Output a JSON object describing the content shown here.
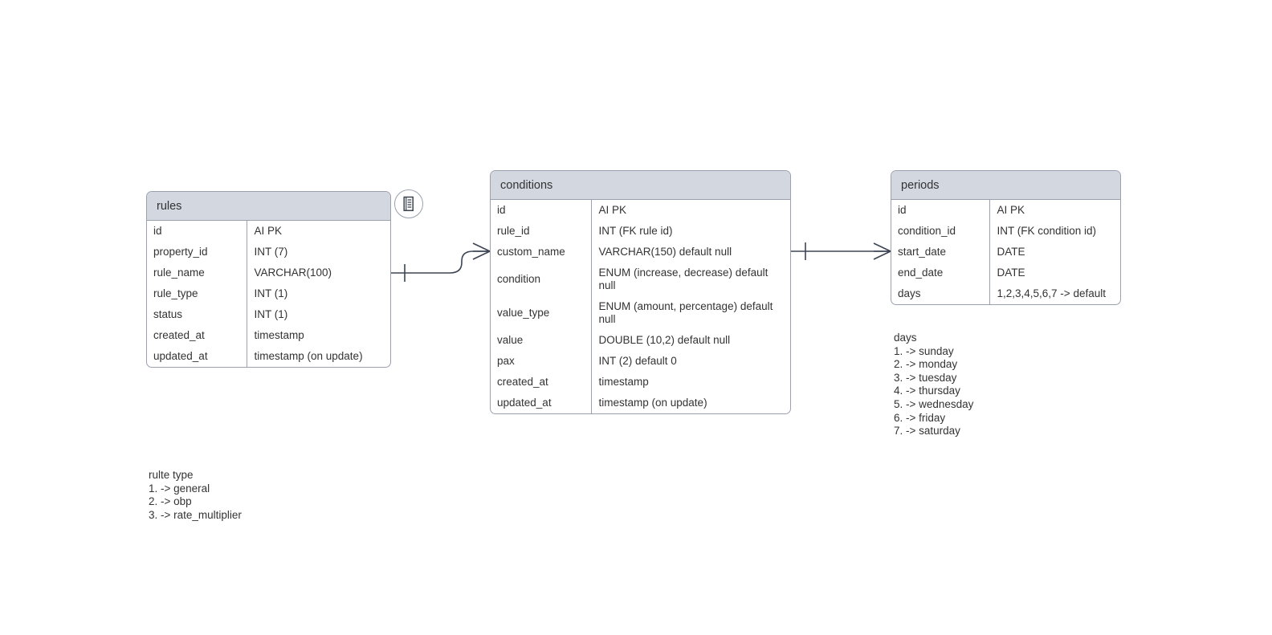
{
  "diagram": {
    "title": "rules-conditions-periods ER diagram",
    "background_color": "#ffffff",
    "header_color": "#d3d7e0",
    "border_color": "#9aa0ae",
    "text_color": "#333333"
  },
  "entities": [
    {
      "id": "rules",
      "name": "rules",
      "attributes": [
        {
          "name": "id",
          "type": "AI PK"
        },
        {
          "name": "property_id",
          "type": "INT (7)"
        },
        {
          "name": "rule_name",
          "type": "VARCHAR(100)"
        },
        {
          "name": "rule_type",
          "type": "INT (1)"
        },
        {
          "name": "status",
          "type": "INT (1)"
        },
        {
          "name": "created_at",
          "type": "timestamp"
        },
        {
          "name": "updated_at",
          "type": "timestamp (on update)"
        }
      ]
    },
    {
      "id": "conditions",
      "name": "conditions",
      "attributes": [
        {
          "name": "id",
          "type": "AI PK"
        },
        {
          "name": "rule_id",
          "type": "INT (FK rule id)"
        },
        {
          "name": "custom_name",
          "type": "VARCHAR(150) default null"
        },
        {
          "name": "condition",
          "type": "ENUM (increase, decrease) default null"
        },
        {
          "name": "value_type",
          "type": "ENUM (amount, percentage) default null"
        },
        {
          "name": "value",
          "type": "DOUBLE (10,2) default null"
        },
        {
          "name": "pax",
          "type": "INT (2) default 0"
        },
        {
          "name": "created_at",
          "type": "timestamp"
        },
        {
          "name": "updated_at",
          "type": "timestamp (on update)"
        }
      ]
    },
    {
      "id": "periods",
      "name": "periods",
      "attributes": [
        {
          "name": "id",
          "type": "AI PK"
        },
        {
          "name": "condition_id",
          "type": "INT (FK condition id)"
        },
        {
          "name": "start_date",
          "type": "DATE"
        },
        {
          "name": "end_date",
          "type": "DATE"
        },
        {
          "name": "days",
          "type": "1,2,3,4,5,6,7 -> default"
        }
      ]
    }
  ],
  "relationships": [
    {
      "from": "rules",
      "to": "conditions",
      "from_cardinality": "one",
      "to_cardinality": "many"
    },
    {
      "from": "conditions",
      "to": "periods",
      "from_cardinality": "one",
      "to_cardinality": "many"
    }
  ],
  "note_button": {
    "icon": "note-icon"
  },
  "legends": [
    {
      "id": "rule-type",
      "title": "rulte type",
      "lines": [
        "1. -> general",
        "2. -> obp",
        "3. -> rate_multiplier"
      ]
    },
    {
      "id": "days",
      "title": "days",
      "lines": [
        "1. -> sunday",
        "2. -> monday",
        "3. -> tuesday",
        "4. -> thursday",
        "5. -> wednesday",
        "6. -> friday",
        "7. -> saturday"
      ]
    }
  ]
}
